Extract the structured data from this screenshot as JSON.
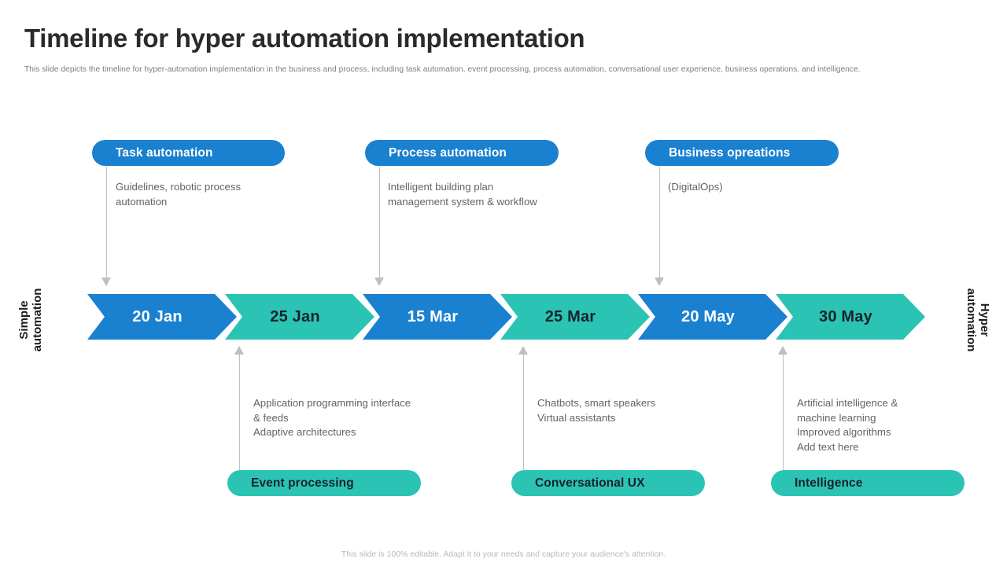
{
  "header": {
    "title": "Timeline for hyper automation implementation",
    "subtitle": "This slide depicts the timeline  for hyper-automation implementation  in the business and process, including task automation,  event processing, process automation, conversational user experience, business operations, and intelligence."
  },
  "axis_labels": {
    "left": {
      "line1": "Simple",
      "line2": "automation"
    },
    "right": {
      "line1": "Hyper",
      "line2": "automation"
    }
  },
  "colors": {
    "blue": "#1a80d0",
    "teal": "#2bc4b4",
    "connector": "#bfbfbf",
    "title": "#2b2b2b",
    "body_text": "#636363"
  },
  "timeline": {
    "milestones": [
      {
        "date": "20 Jan",
        "color": "blue"
      },
      {
        "date": "25 Jan",
        "color": "teal"
      },
      {
        "date": "15 Mar",
        "color": "blue"
      },
      {
        "date": "25 Mar",
        "color": "teal"
      },
      {
        "date": "20 May",
        "color": "blue"
      },
      {
        "date": "30 May",
        "color": "teal"
      }
    ]
  },
  "top_items": [
    {
      "pill_label": "Task automation",
      "description": "Guidelines, robotic process\nautomation",
      "pill_color": "blue"
    },
    {
      "pill_label": "Process automation",
      "description": "Intelligent  building  plan\nmanagement system & workflow",
      "pill_color": "blue"
    },
    {
      "pill_label": "Business opreations",
      "description": "(DigitalOps)",
      "pill_color": "blue"
    }
  ],
  "bottom_items": [
    {
      "pill_label": "Event processing",
      "description": "Application  programming interface\n& feeds\nAdaptive  architectures",
      "pill_color": "teal"
    },
    {
      "pill_label": "Conversational UX",
      "description": "Chatbots, smart speakers\nVirtual  assistants",
      "pill_color": "teal"
    },
    {
      "pill_label": "Intelligence",
      "description": "Artificial intelligence &\nmachine learning\nImproved algorithms\nAdd text here",
      "pill_color": "teal"
    }
  ],
  "footer": {
    "note": "This slide is 100% editable. Adapt it to your needs and capture your audience's attention."
  }
}
